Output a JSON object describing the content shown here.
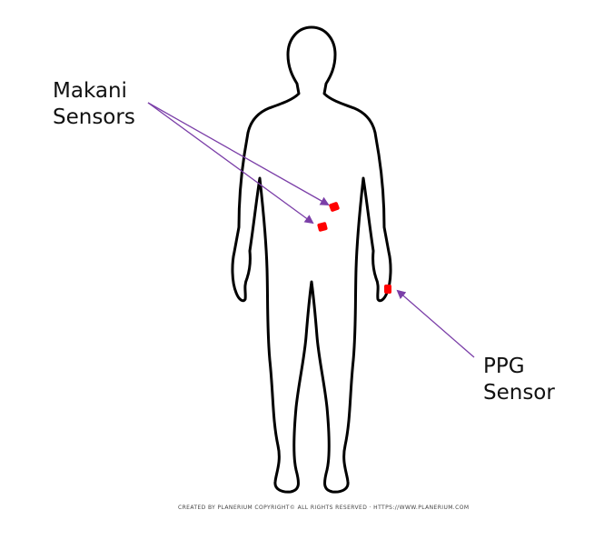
{
  "labels": {
    "makani_line1": "Makani",
    "makani_line2": "Sensors",
    "ppg_line1": "PPG",
    "ppg_line2": "Sensor"
  },
  "credit": {
    "text": "CREATED BY PLANERIUM COPYRIGHT© ALL RIGHTS RESERVED · HTTPS://WWW.PLANERIUM.COM"
  },
  "colors": {
    "outline": "#000000",
    "sensor": "#ff0000",
    "arrow": "#7b3fa8",
    "text": "#111111"
  }
}
